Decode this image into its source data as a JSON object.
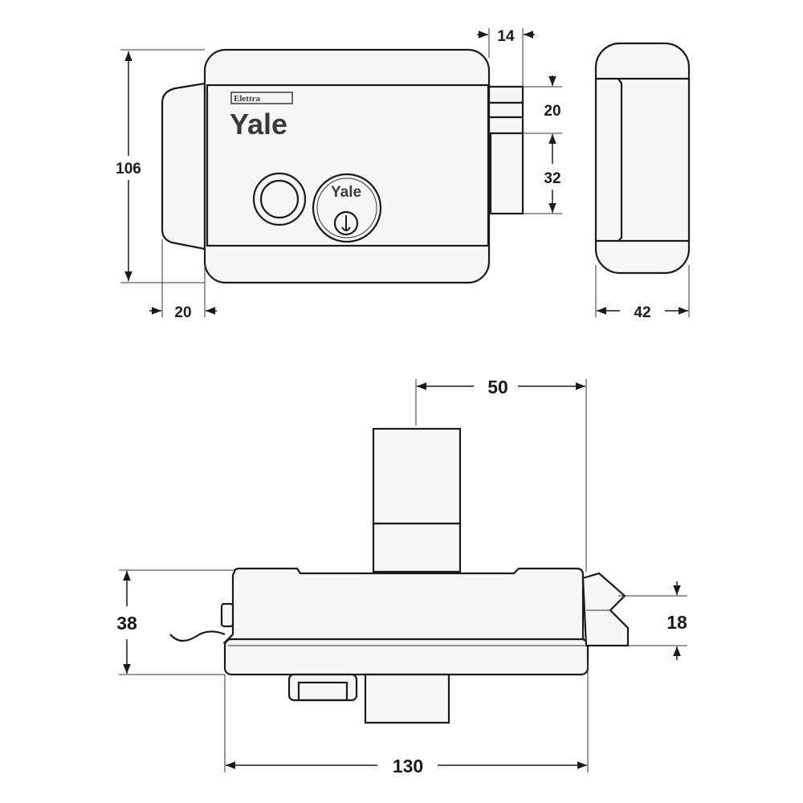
{
  "brand": {
    "logo_main": "Yale",
    "logo_sub": "Elettra",
    "cylinder_logo": "Yale"
  },
  "dimensions": {
    "height_front": "106",
    "handle_depth": "20",
    "bolt_offset_top": "14",
    "latch_height": "20",
    "bolt_height": "32",
    "side_width": "42",
    "throw": "50",
    "depth": "38",
    "latch_projection": "18",
    "total_width": "130"
  },
  "colors": {
    "line": "#1a1a1a",
    "fill": "#f7f7f7"
  }
}
